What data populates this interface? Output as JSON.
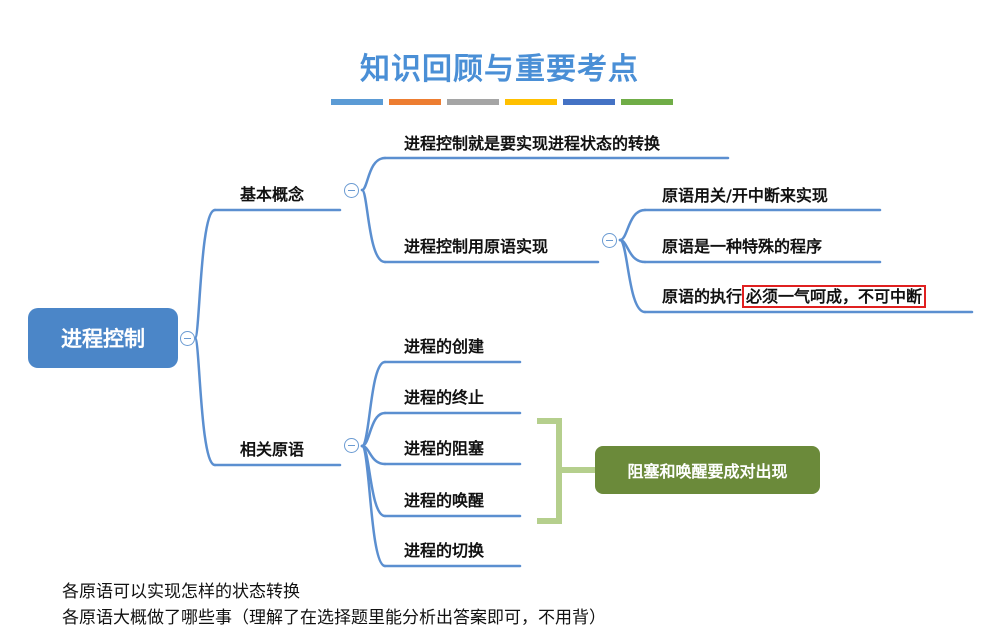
{
  "title": "知识回顾与重要考点",
  "color_bar": [
    "#5b9bd5",
    "#ed7d31",
    "#a5a5a5",
    "#ffc000",
    "#4472c4",
    "#70ad47"
  ],
  "root": "进程控制",
  "branches": {
    "basic": {
      "label": "基本概念",
      "items": {
        "item1": "进程控制就是要实现进程状态的转换",
        "item2": {
          "label": "进程控制用原语实现",
          "children": {
            "c1": "原语用关/开中断来实现",
            "c2": "原语是一种特殊的程序",
            "c3_prefix": "原语的执行",
            "c3_highlight": "必须一气呵成，不可中断"
          }
        }
      }
    },
    "related": {
      "label": "相关原语",
      "items": [
        "进程的创建",
        "进程的终止",
        "进程的阻塞",
        "进程的唤醒",
        "进程的切换"
      ]
    }
  },
  "callout": "阻塞和唤醒要成对出现",
  "notes": [
    "各原语可以实现怎样的状态转换",
    "各原语大概做了哪些事（理解了在选择题里能分析出答案即可，不用背）"
  ],
  "colors": {
    "title": "#4a8fd6",
    "root_fill": "#4b86c8",
    "connector": "#5b8fd0",
    "callout_fill": "#6b8a3a",
    "bracket": "#b5cf8d",
    "highlight_border": "#e02020"
  }
}
